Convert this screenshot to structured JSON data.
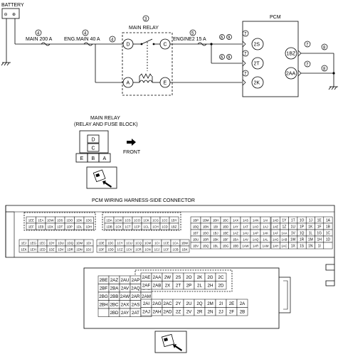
{
  "top": {
    "battery": "BATTERY",
    "battery_neg": "⊖",
    "battery_pos": "⊕",
    "fuse_main": "MAIN 200 A",
    "fuse_engmain": "ENG.MAIN 40 A",
    "fuse_engine2": "ENGINE2 15 A",
    "relay_title": "MAIN RELAY",
    "pcm": "PCM",
    "ref4a": "4",
    "ref4b": "4",
    "ref4c": "4",
    "ref3": "3",
    "ref5": "5",
    "ref6": "6",
    "ref9": "9",
    "ref6b": "6",
    "ref9b": "9",
    "ref7": "7",
    "ref8": "8",
    "relay_pins": {
      "A": "A",
      "C": "C",
      "D": "D",
      "E": "E"
    },
    "pcm_pins": {
      "p2s": "2S",
      "p2t": "2T",
      "p2k": "2K",
      "p1bz": "1BZ",
      "p2aa": "2AA"
    }
  },
  "relay_block": {
    "title1": "MAIN RELAY",
    "title2": "(RELAY AND FUSE BLOCK)",
    "pins": {
      "D": "D",
      "C": "C",
      "E": "E",
      "B": "B",
      "A": "A"
    },
    "front": "FRONT"
  },
  "harness": {
    "title": "PCM WIRING HARNESS-SIDE CONNECTOR",
    "blocks": [
      {
        "name": "block-1",
        "rows": [
          [
            "1EE",
            "1EA",
            "1DW",
            "1DS",
            "1DO",
            "1DK",
            "1DG"
          ],
          [
            "1EF",
            "1EB",
            "1DX",
            "1DT",
            "1DP",
            "1DL",
            "1DH"
          ]
        ]
      },
      {
        "name": "block-2",
        "rows": [
          [
            "1EJ",
            "1EG",
            "1EC",
            "1DY",
            "1DU",
            "1DQ",
            "1DM",
            "1DI"
          ],
          [
            "1EK",
            "1EH",
            "1ED",
            "1DZ",
            "1DV",
            "1DR",
            "1DN",
            "1DJ"
          ]
        ]
      },
      {
        "name": "block-3",
        "rows": [
          [
            "1DA",
            "1CW",
            "1CS",
            "1CO",
            "1CK",
            "1CG",
            "1CC",
            "1BY"
          ],
          [
            "1DB",
            "1CX",
            "1CT",
            "1CP",
            "1CL",
            "1CH",
            "1CD",
            "1BZ"
          ]
        ]
      },
      {
        "name": "block-4",
        "rows": [
          [
            "1DE",
            "1DC",
            "1CY",
            "1CU",
            "1CQ",
            "1CM",
            "1CI",
            "1CE",
            "1CA",
            "1BW"
          ],
          [
            "1DF",
            "1DD",
            "1CZ",
            "1CV",
            "1CR",
            "1CN",
            "1CJ",
            "1CF",
            "1CB",
            "1BX"
          ]
        ]
      },
      {
        "name": "block-5",
        "rows": [
          [
            "1BP",
            "1BM",
            "1BH",
            "1BC",
            "1AX",
            "1AS",
            "1AN",
            "1AI"
          ],
          [
            "1BQ",
            "1BN",
            "1BI",
            "1BD",
            "1AY",
            "1AT",
            "1AO",
            "1AJ"
          ],
          [
            "1BT",
            "1BO",
            "1BJ",
            "1BE",
            "1AZ",
            "1AU",
            "1AP",
            "1AK"
          ],
          [
            "1BU",
            "1BR",
            "1BK",
            "1BF",
            "1BA",
            "1AV",
            "1AQ",
            "1AL"
          ],
          [
            "1BV",
            "1BQ",
            "1BL",
            "1BG",
            "1BB",
            "1AW",
            "1AR",
            "1AM"
          ]
        ]
      },
      {
        "name": "block-6",
        "rows": [
          [
            "1AD",
            "1Y",
            "1T",
            "1O",
            "1J",
            "1E",
            "1A"
          ],
          [
            "1AE",
            "1Z",
            "1U",
            "1P",
            "1K",
            "1F",
            "1B"
          ],
          [
            "1AF",
            "1AA",
            "1V",
            "1Q",
            "1L",
            "1G",
            "1C"
          ],
          [
            "1AG",
            "1AB",
            "1W",
            "1R",
            "1M",
            "1H",
            "1D"
          ],
          [
            "1AH",
            "1AC",
            "1X",
            "1S",
            "1N",
            "1I",
            ""
          ]
        ]
      },
      {
        "name": "block-7",
        "rows": [
          [
            "2BE",
            "2AZ",
            "2AU",
            "2AP",
            "2AK"
          ],
          [
            "2BF",
            "2BA",
            "2AV",
            "2AQ",
            "2AL"
          ],
          [
            "2BG",
            "2BB",
            "2AW",
            "2AR",
            "2AM"
          ],
          [
            "2BH",
            "2BC",
            "2AX",
            "2AS",
            "2AN"
          ],
          [
            "",
            "2BD",
            "2AY",
            "2AT",
            "2AO"
          ]
        ]
      },
      {
        "name": "block-8",
        "rows": [
          [
            "2AE",
            "2AA",
            "2W",
            "2S",
            "2O",
            "2K",
            "2G",
            "2C"
          ],
          [
            "2AF",
            "2AB",
            "2X",
            "2T",
            "2P",
            "2L",
            "2H",
            "2D"
          ]
        ]
      },
      {
        "name": "block-9",
        "rows": [
          [
            "2AI",
            "2AG",
            "2AC",
            "2Y",
            "2U",
            "2Q",
            "2M",
            "2I",
            "2E",
            "2A"
          ],
          [
            "2AJ",
            "2AH",
            "2AD",
            "2Z",
            "2V",
            "2R",
            "2N",
            "2J",
            "2F",
            "2B"
          ]
        ]
      }
    ]
  }
}
